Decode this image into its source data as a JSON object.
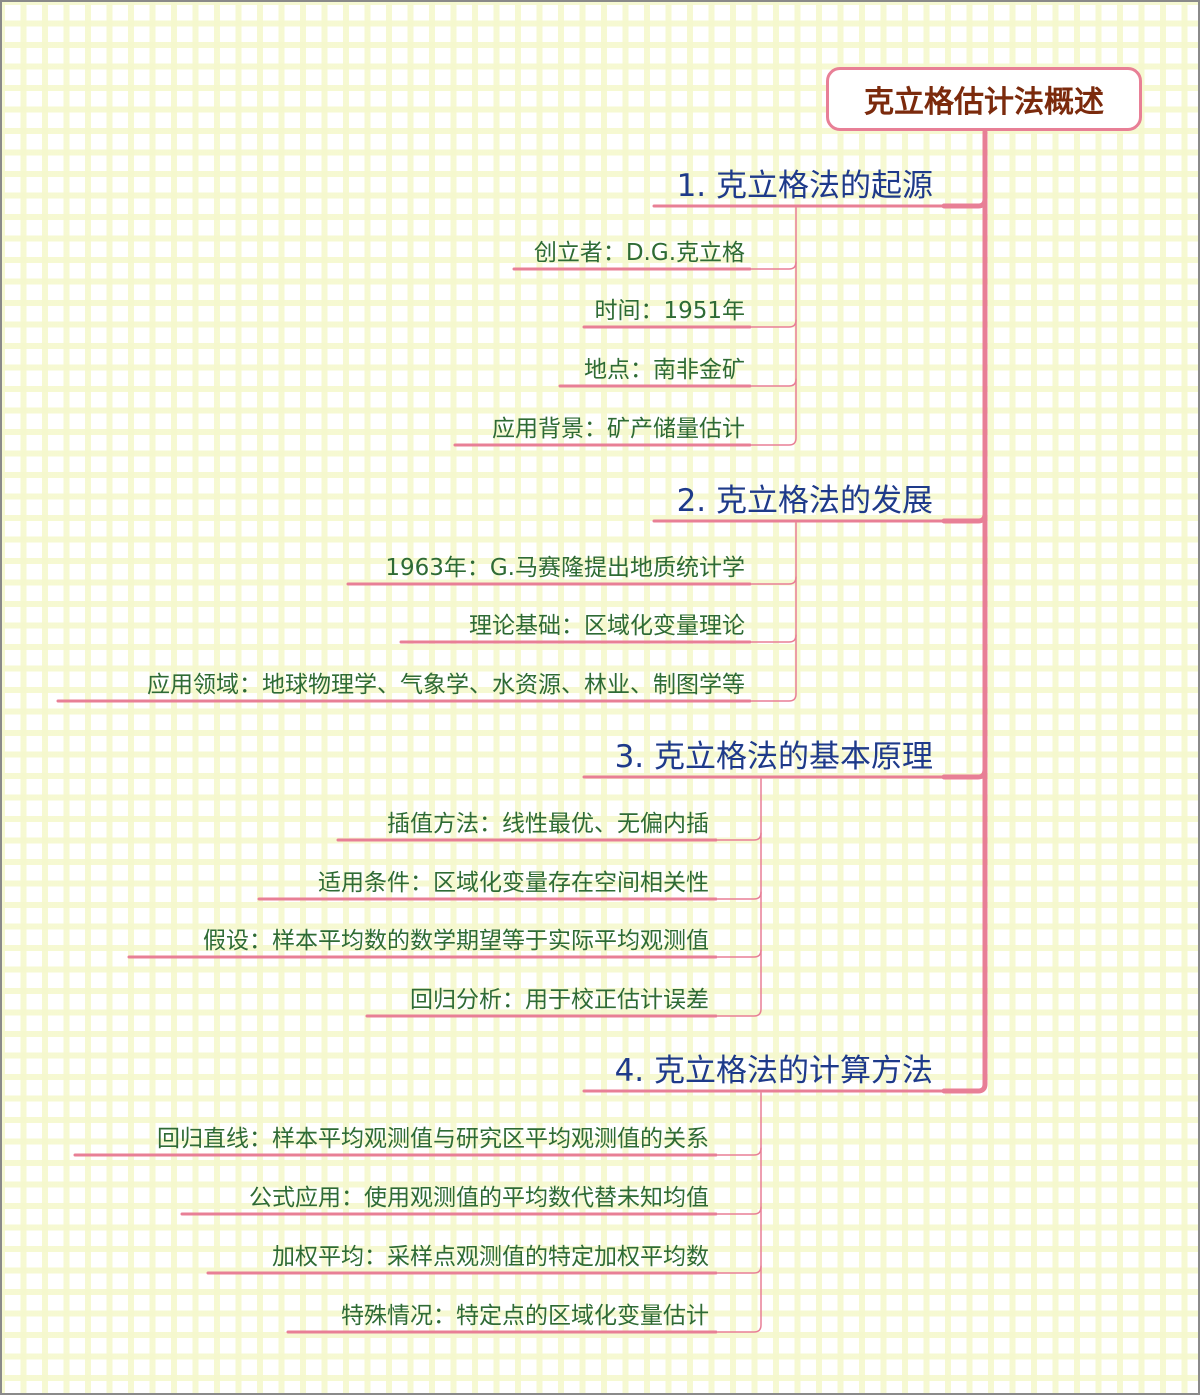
{
  "title": "克立格估计法概述",
  "colors": {
    "root_text": "#7b2a0c",
    "branch_text": "#1e3a8a",
    "leaf_text": "#2e6b35",
    "connector": "#e87f96",
    "grid_line": "#f5f8cd"
  },
  "branches": [
    {
      "label": "1. 克立格法的起源",
      "children": [
        {
          "label": "创立者：D.G.克立格"
        },
        {
          "label": "时间：1951年"
        },
        {
          "label": "地点：南非金矿"
        },
        {
          "label": "应用背景：矿产储量估计"
        }
      ]
    },
    {
      "label": "2. 克立格法的发展",
      "children": [
        {
          "label": "1963年：G.马赛隆提出地质统计学"
        },
        {
          "label": "理论基础：区域化变量理论"
        },
        {
          "label": "应用领域：地球物理学、气象学、水资源、林业、制图学等"
        }
      ]
    },
    {
      "label": "3. 克立格法的基本原理",
      "children": [
        {
          "label": "插值方法：线性最优、无偏内插"
        },
        {
          "label": "适用条件：区域化变量存在空间相关性"
        },
        {
          "label": "假设：样本平均数的数学期望等于实际平均观测值"
        },
        {
          "label": "回归分析：用于校正估计误差"
        }
      ]
    },
    {
      "label": "4. 克立格法的计算方法",
      "children": [
        {
          "label": "回归直线：样本平均观测值与研究区平均观测值的关系"
        },
        {
          "label": "公式应用：使用观测值的平均数代替未知均值"
        },
        {
          "label": "加权平均：采样点观测值的特定加权平均数"
        },
        {
          "label": "特殊情况：特定点的区域化变量估计"
        }
      ]
    }
  ]
}
